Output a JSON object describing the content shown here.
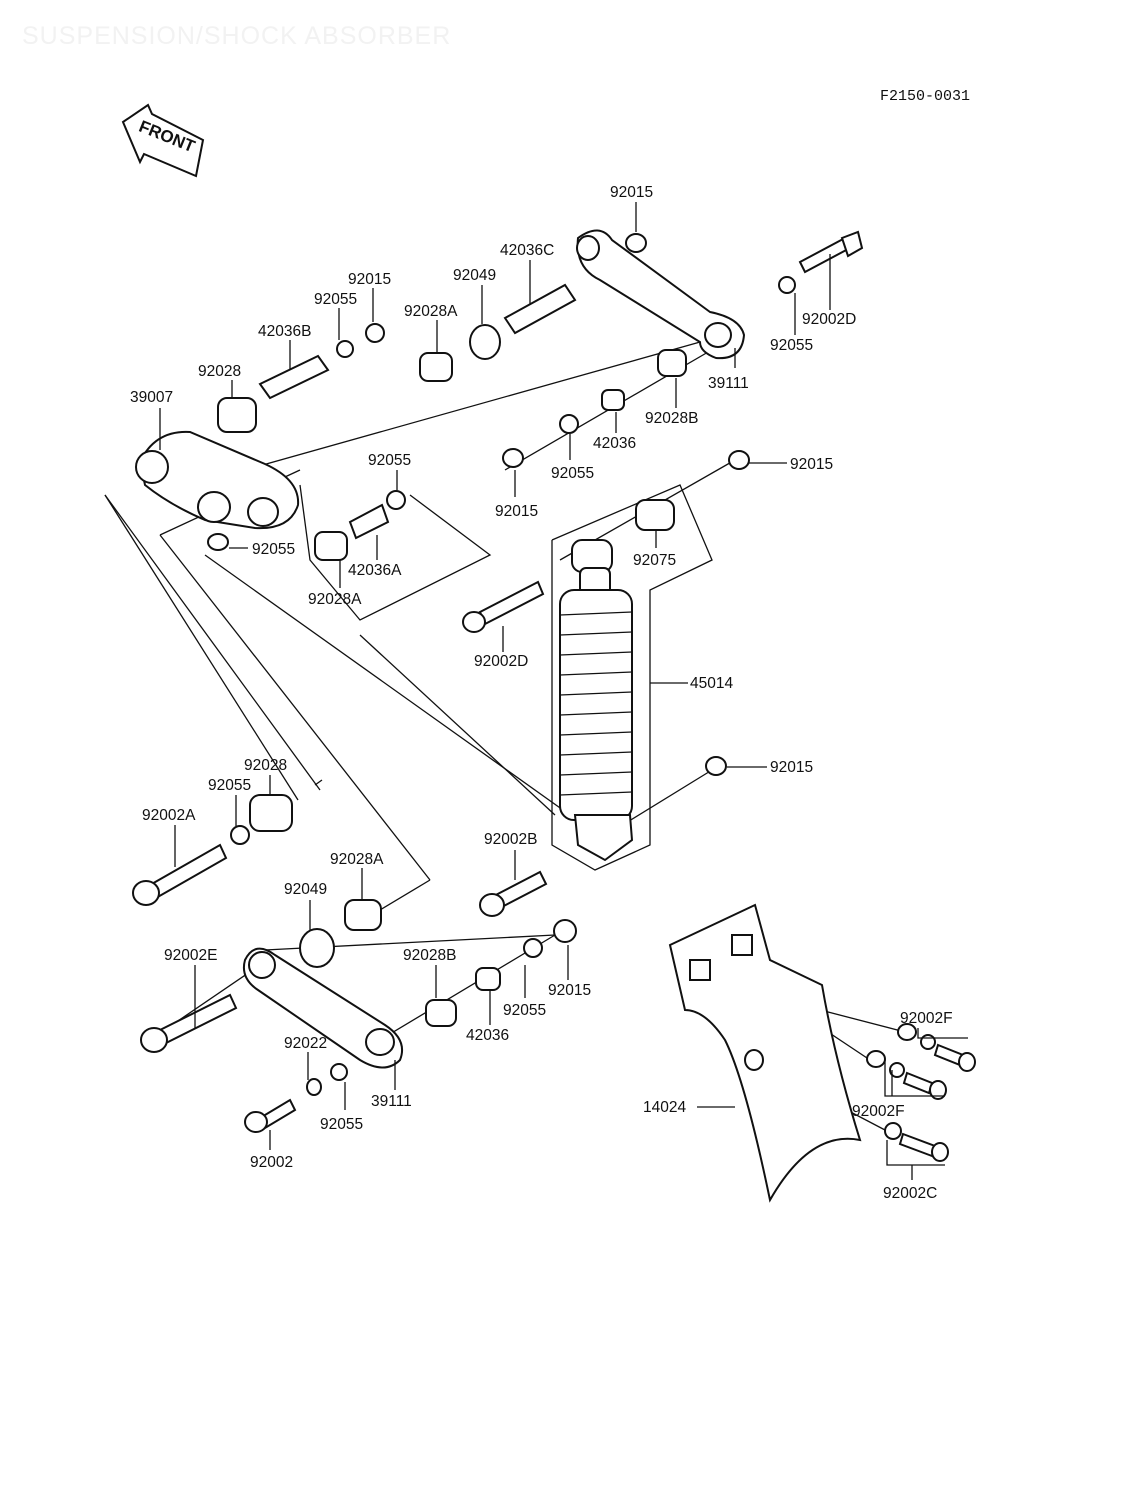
{
  "header": {
    "watermark": "SUSPENSION/SHOCK ABSORBER",
    "figure_code": "F2150-0031",
    "front_label": "FRONT"
  },
  "labels": {
    "l_92015_top": "92015",
    "l_42036C": "42036C",
    "l_92049_top": "92049",
    "l_92028A_top": "92028A",
    "l_92015_left": "92015",
    "l_92055_left": "92055",
    "l_42036B": "42036B",
    "l_92028_top": "92028",
    "l_39007": "39007",
    "l_92002D_top": "92002D",
    "l_92055_right": "92055",
    "l_39111_top": "39111",
    "l_92028B_top": "92028B",
    "l_42036_top": "42036",
    "l_92055_mid": "92055",
    "l_92015_mid": "92015",
    "l_92055_upper": "92055",
    "l_92055_below": "92055",
    "l_42036A": "42036A",
    "l_92028A_mid": "92028A",
    "l_92015_shock_top": "92015",
    "l_92075": "92075",
    "l_92002D_mid": "92002D",
    "l_45014": "45014",
    "l_92015_shock_low": "92015",
    "l_92028_left": "92028",
    "l_92055_left2": "92055",
    "l_92002A": "92002A",
    "l_92002B": "92002B",
    "l_92028A_low": "92028A",
    "l_92049_low": "92049",
    "l_92002E": "92002E",
    "l_92028B_low": "92028B",
    "l_92055_low": "92055",
    "l_92015_low": "92015",
    "l_42036_low": "42036",
    "l_92022": "92022",
    "l_92055_bottom": "92055",
    "l_39111_low": "39111",
    "l_92002": "92002",
    "l_92002F_top": "92002F",
    "l_92002F_mid": "92002F",
    "l_14024": "14024",
    "l_92002C": "92002C"
  }
}
